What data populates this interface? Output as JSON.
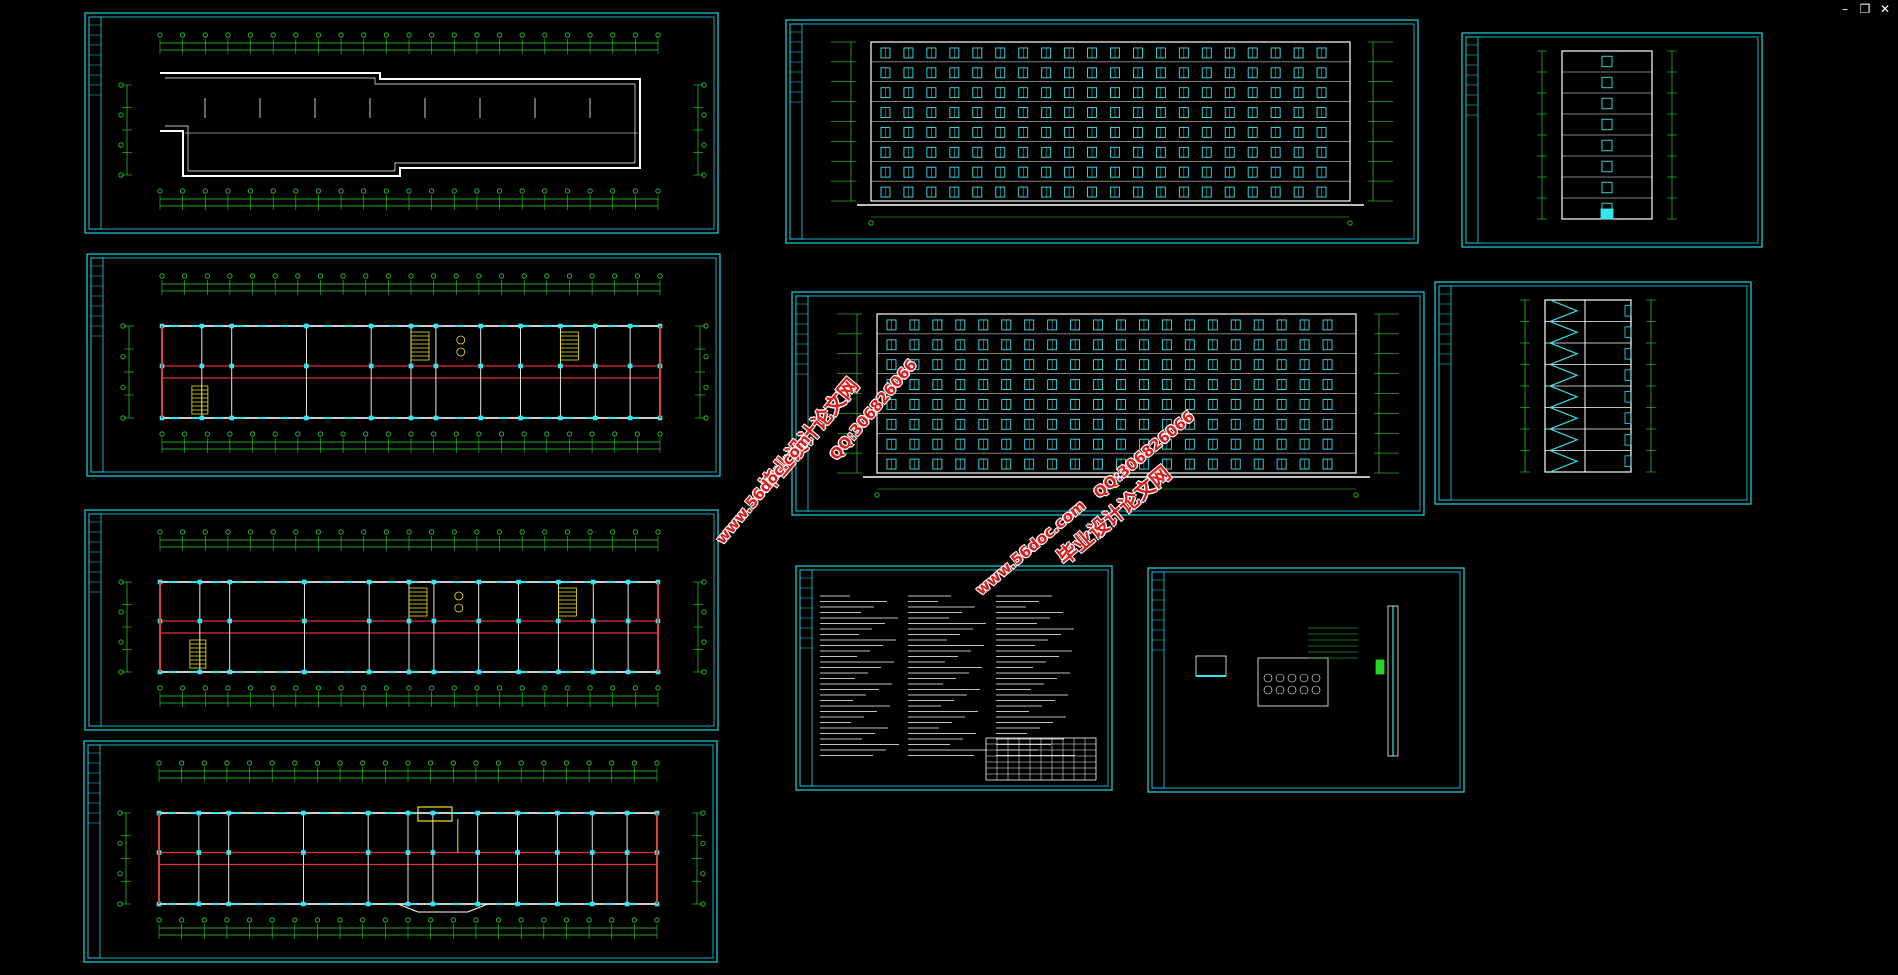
{
  "window_controls": {
    "minimize_glyph": "–",
    "restore_glyph": "❐",
    "close_glyph": "✕"
  },
  "watermarks": {
    "site_name_1": "毕业设计论文网",
    "site_url_1": "www.56doc.com",
    "qq_1": "QQ:306826066",
    "site_name_2": "毕业设计论文网",
    "site_url_2": "www.56doc.com",
    "qq_2": "QQ:306826066"
  },
  "colors": {
    "background": "#000000",
    "frame": "#19d9e6",
    "grid_line": "#2bd62b",
    "wall": "#ffffff",
    "window": "#35e6ee",
    "stair": "#f2e61a",
    "red_line": "#e03030",
    "watermark": "#d81c1c"
  },
  "sheets": [
    {
      "id": "roof-plan",
      "kind": "plan-roof"
    },
    {
      "id": "floor-plan-1",
      "kind": "plan"
    },
    {
      "id": "floor-plan-2",
      "kind": "plan"
    },
    {
      "id": "floor-plan-3",
      "kind": "plan-ground"
    },
    {
      "id": "front-elevation",
      "kind": "elevation"
    },
    {
      "id": "rear-elevation",
      "kind": "elevation"
    },
    {
      "id": "side-elevation",
      "kind": "side"
    },
    {
      "id": "section",
      "kind": "section"
    },
    {
      "id": "design-notes",
      "kind": "notes"
    },
    {
      "id": "details",
      "kind": "details"
    }
  ]
}
